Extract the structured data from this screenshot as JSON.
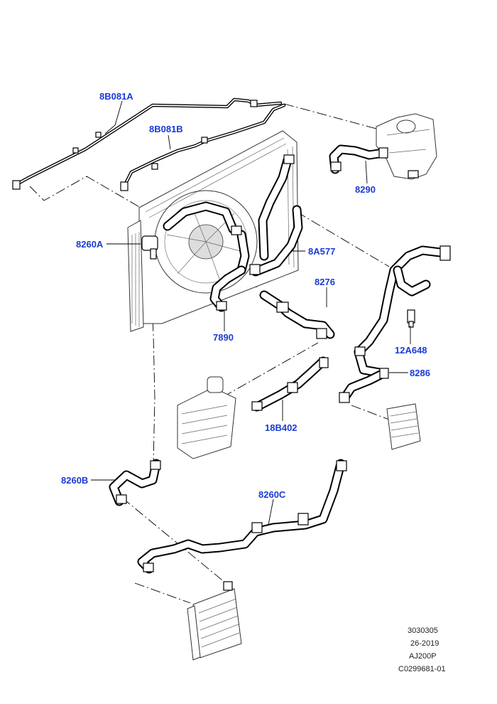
{
  "labels": {
    "l_8B081A": "8B081A",
    "l_8B081B": "8B081B",
    "l_8290": "8290",
    "l_8260A": "8260A",
    "l_8A577": "8A577",
    "l_8276": "8276",
    "l_7890": "7890",
    "l_12A648": "12A648",
    "l_8286": "8286",
    "l_18B402": "18B402",
    "l_8260B": "8260B",
    "l_8260C": "8260C"
  },
  "reference": {
    "line1": "3030305",
    "line2": "26-2019",
    "line3": "AJ200P",
    "line4": "C0299681-01"
  },
  "colors": {
    "label": "#1a3bd6",
    "line": "#000000",
    "background": "#ffffff"
  }
}
